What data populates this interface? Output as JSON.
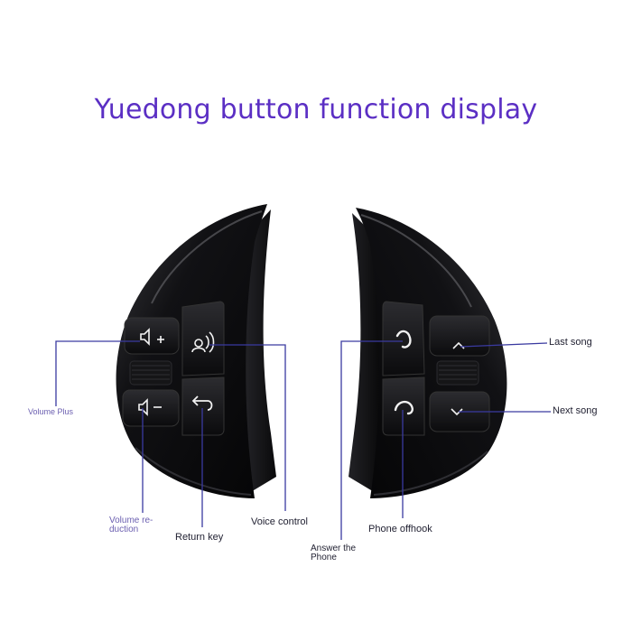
{
  "title": "Yuedong button function display",
  "labels": {
    "volume_plus": "Volume Plus",
    "volume_reduction": "Volume re-\nduction",
    "return_key": "Return key",
    "voice_control": "Voice control",
    "answer_phone": "Answer the\nPhone",
    "phone_offhook": "Phone offhook",
    "last_song": "Last song",
    "next_song": "Next song"
  },
  "colors": {
    "title": "#5b2fc4",
    "callout_line": "#3a3aa0",
    "shell": "#0d0d0f",
    "button_icon": "#f2f2f2"
  },
  "icons": {
    "left_panel": [
      "volume-plus-icon",
      "volume-minus-icon",
      "voice-control-icon",
      "return-icon"
    ],
    "right_panel": [
      "answer-phone-icon",
      "hang-up-phone-icon",
      "up-chevron-icon",
      "down-chevron-icon"
    ]
  }
}
